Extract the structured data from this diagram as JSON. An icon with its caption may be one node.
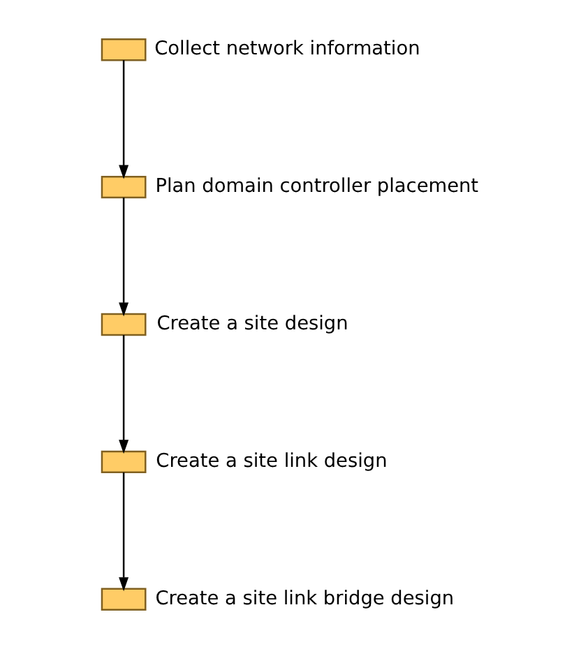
{
  "diagram": {
    "nodes": [
      {
        "text": [],
        "shape": "box",
        "beside": [
          "Collect network information"
        ]
      },
      {
        "text": [],
        "shape": "box",
        "beside": [
          "Plan domain controller placement"
        ]
      },
      {
        "text": [],
        "shape": "box",
        "beside": [
          "Create a site design"
        ]
      },
      {
        "text": [],
        "shape": "box",
        "beside": [
          "Create a site link design"
        ]
      },
      {
        "text": [],
        "shape": "box",
        "beside": [
          "Create a site link bridge design"
        ]
      }
    ],
    "edges": [
      {
        "from": 0,
        "to": 1,
        "arrow": "to"
      },
      {
        "from": 1,
        "to": 2,
        "arrow": "to"
      },
      {
        "from": 2,
        "to": 3,
        "arrow": "to"
      },
      {
        "from": 3,
        "to": 4,
        "arrow": "to"
      }
    ]
  }
}
